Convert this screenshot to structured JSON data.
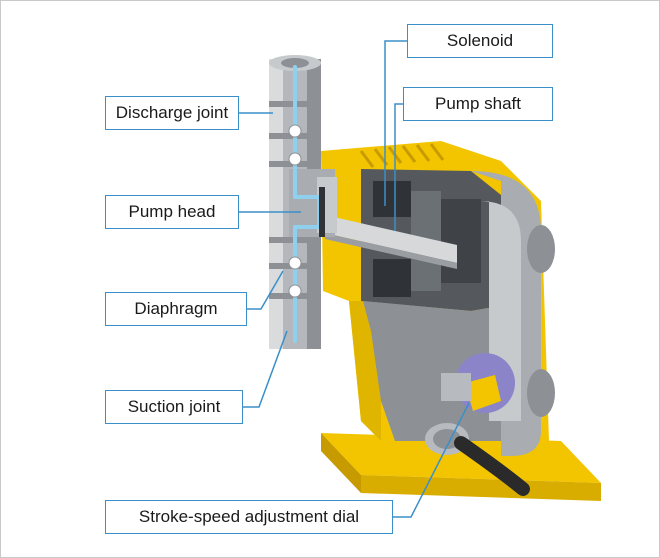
{
  "diagram": {
    "labels": {
      "solenoid": "Solenoid",
      "pump_shaft": "Pump shaft",
      "discharge_joint": "Discharge joint",
      "pump_head": "Pump head",
      "diaphragm": "Diaphragm",
      "suction_joint": "Suction joint",
      "stroke_speed_dial": "Stroke-speed adjustment dial"
    },
    "colors": {
      "housing_yellow": "#f2c500",
      "housing_yellow_dark": "#c79a00",
      "body_gray": "#9a9ea3",
      "body_gray_light": "#c7cacd",
      "body_gray_dark": "#55595e",
      "flow_blue": "#8fd0ee",
      "leader_blue": "#3a8fc9",
      "dial_purple": "#8b84c9"
    }
  }
}
